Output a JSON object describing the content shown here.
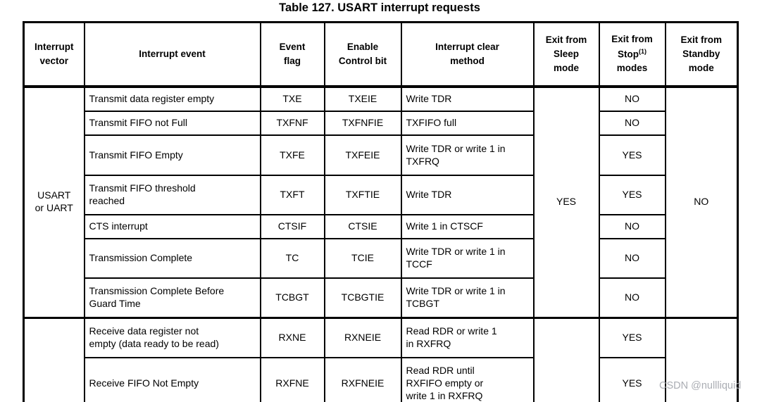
{
  "page": {
    "title": "Table 127. USART interrupt requests",
    "watermark": "CSDN @nullliquid"
  },
  "table": {
    "headers": {
      "vector": "Interrupt\nvector",
      "event": "Interrupt event",
      "flag": "Event\nflag",
      "enable": "Enable\nControl bit",
      "clear": "Interrupt clear\nmethod",
      "sleep": "Exit from\nSleep\nmode",
      "stop": {
        "line1": "Exit from",
        "line2": "Stop",
        "sup": "(1)",
        "line3": "modes"
      },
      "standby": "Exit from\nStandby\nmode"
    },
    "groups": [
      {
        "vector": "USART\nor UART",
        "sleep": "YES",
        "standby": "NO",
        "rows": [
          {
            "event": "Transmit data register empty",
            "flag": "TXE",
            "enable": "TXEIE",
            "clear": "Write TDR",
            "stop": "NO"
          },
          {
            "event": "Transmit FIFO not Full",
            "flag": "TXFNF",
            "enable": "TXFNFIE",
            "clear": "TXFIFO full",
            "stop": "NO"
          },
          {
            "event": "Transmit FIFO Empty",
            "flag": "TXFE",
            "enable": "TXFEIE",
            "clear": "Write TDR or write 1 in\nTXFRQ",
            "stop": "YES"
          },
          {
            "event": "Transmit FIFO threshold\nreached",
            "flag": "TXFT",
            "enable": "TXFTIE",
            "clear": "Write TDR",
            "stop": "YES"
          },
          {
            "event": "CTS interrupt",
            "flag": "CTSIF",
            "enable": "CTSIE",
            "clear": "Write 1 in CTSCF",
            "stop": "NO"
          },
          {
            "event": "Transmission Complete",
            "flag": "TC",
            "enable": "TCIE",
            "clear": "Write TDR or write 1 in\nTCCF",
            "stop": "NO"
          },
          {
            "event": "Transmission Complete Before\nGuard Time",
            "flag": "TCBGT",
            "enable": "TCBGTIE",
            "clear": "Write TDR or write 1 in\nTCBGT",
            "stop": "NO"
          }
        ]
      },
      {
        "vector": "",
        "sleep": "",
        "standby": "",
        "rows": [
          {
            "event": "Receive data register not\nempty (data ready to be read)",
            "flag": "RXNE",
            "enable": "RXNEIE",
            "clear": "Read RDR or write 1\nin RXFRQ",
            "stop": "YES"
          },
          {
            "event": "Receive FIFO Not Empty",
            "flag": "RXFNE",
            "enable": "RXFNEIE",
            "clear": "Read RDR until\nRXFIFO empty or\nwrite 1 in RXFRQ",
            "stop": "YES"
          }
        ]
      }
    ]
  }
}
